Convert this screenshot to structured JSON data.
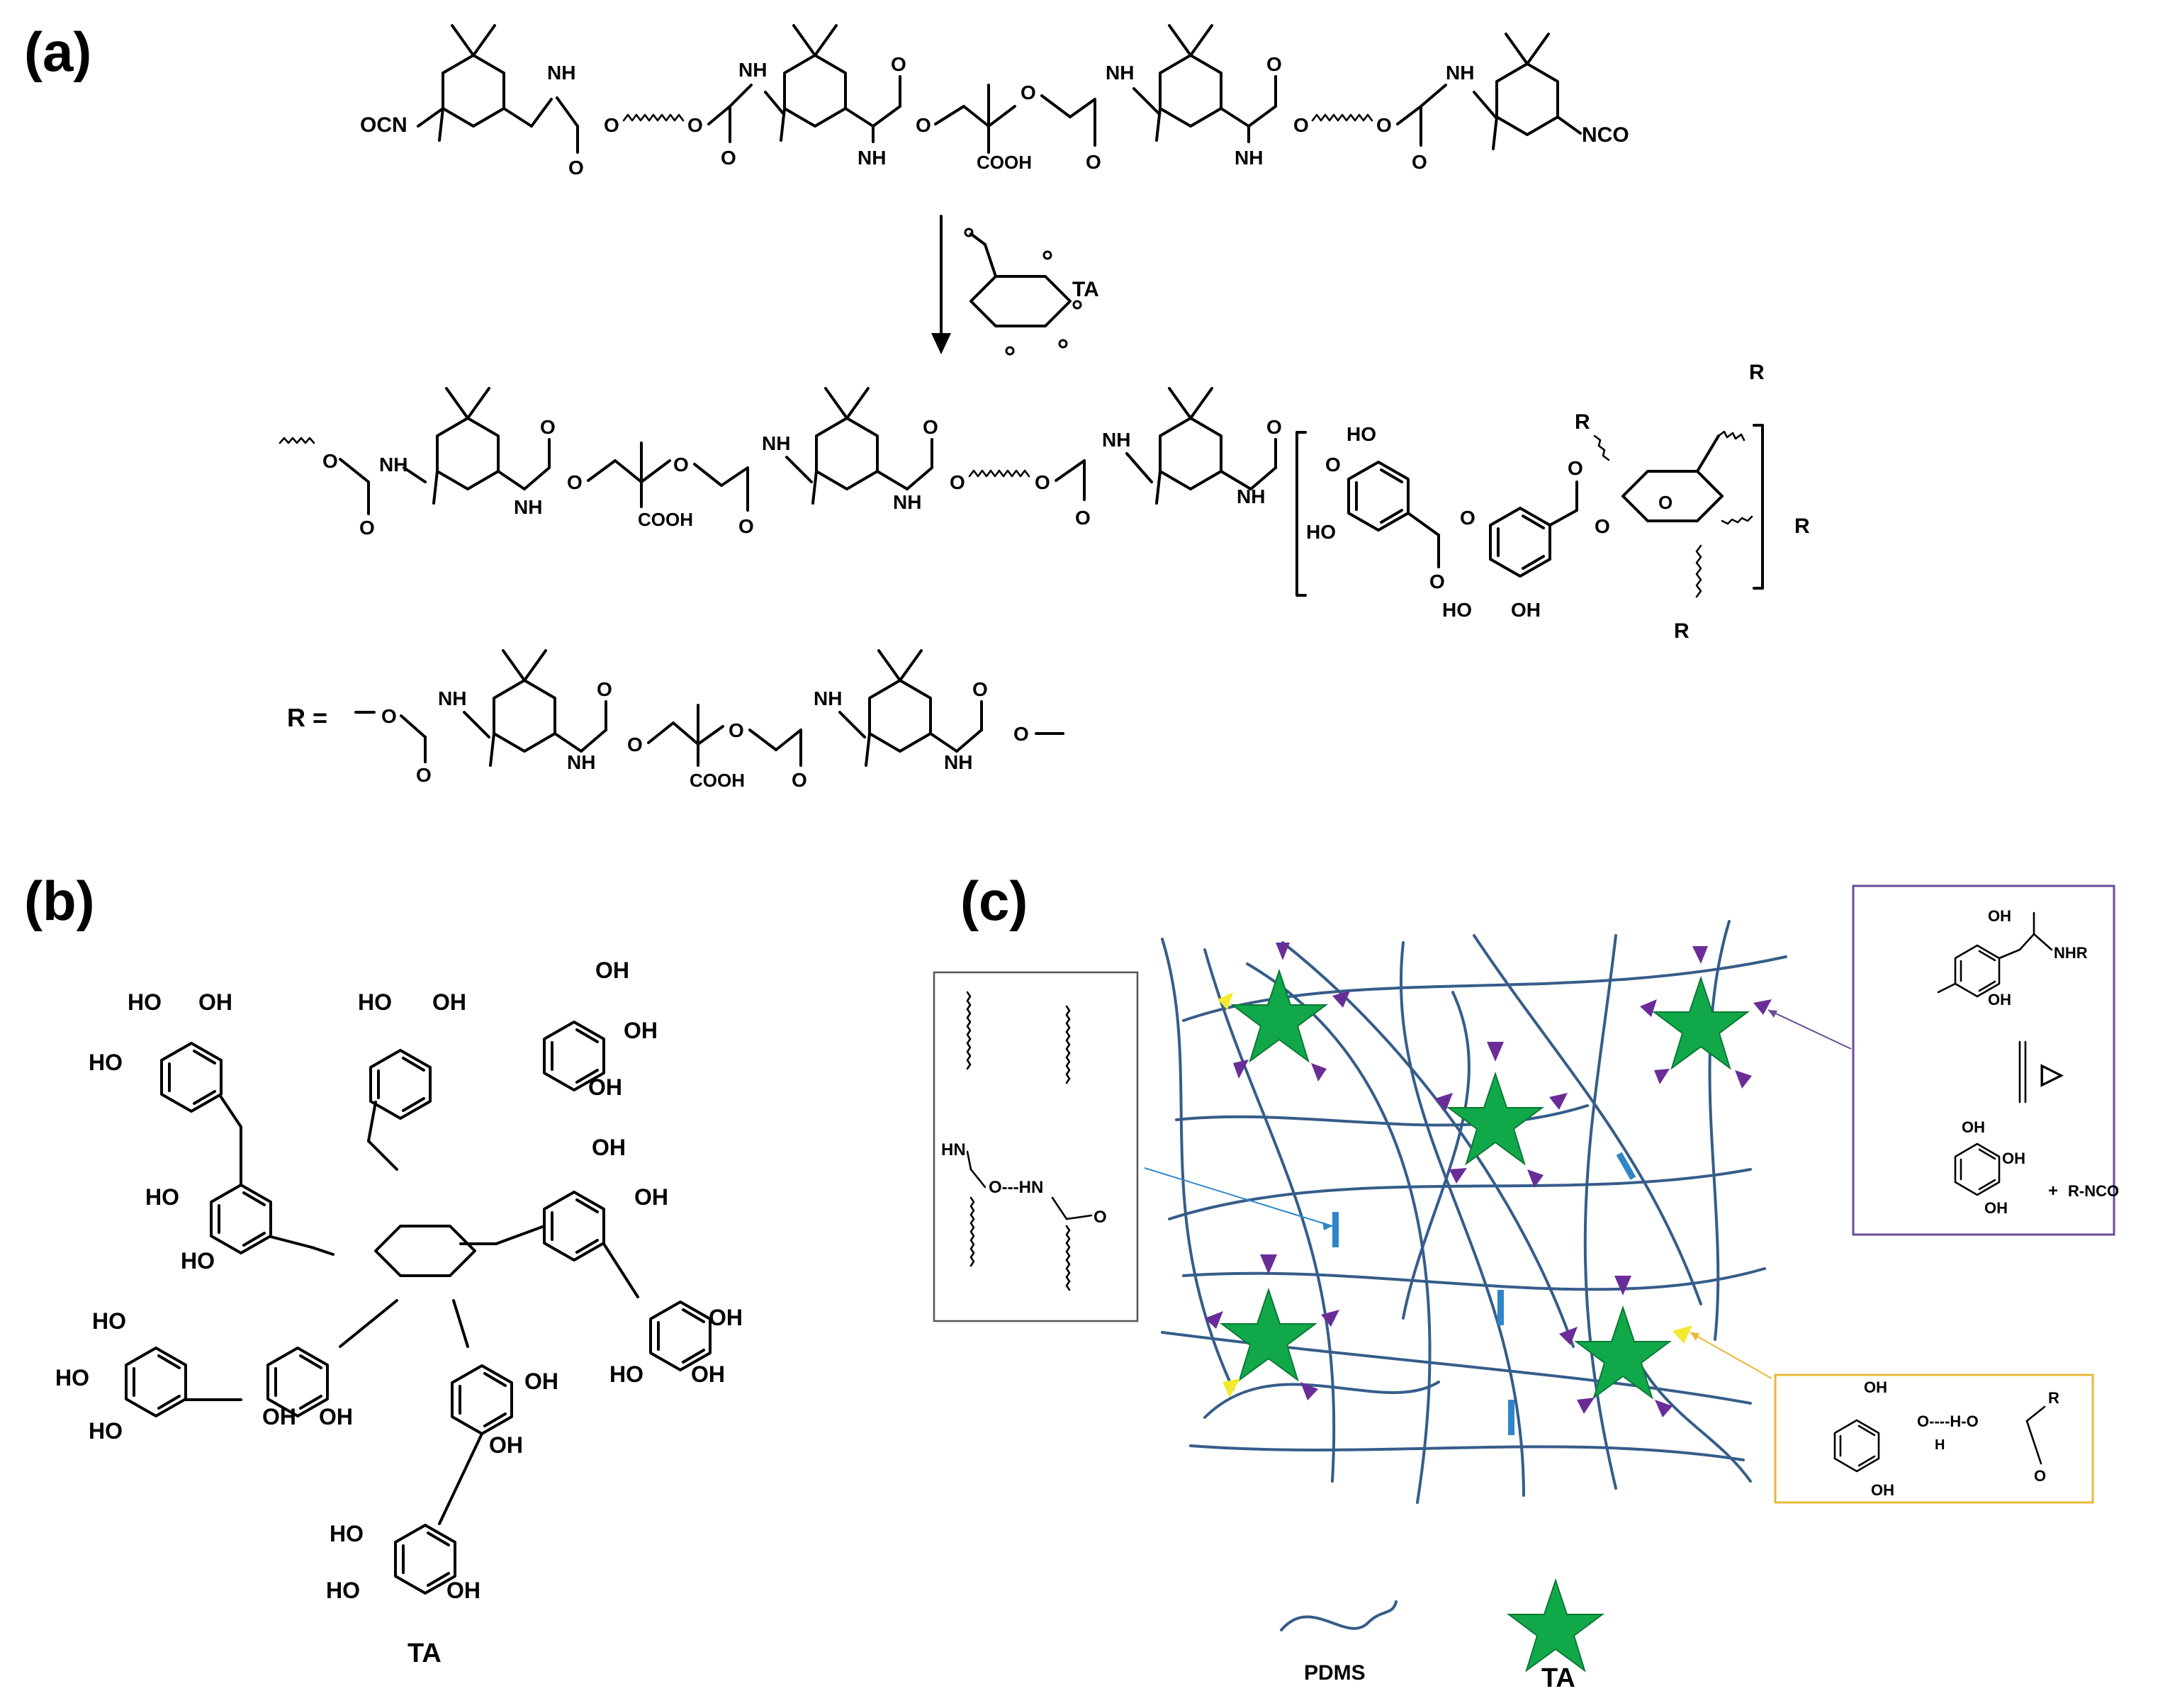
{
  "panels": {
    "a": "(a)",
    "b": "(b)",
    "c": "(c)"
  },
  "scheme_a": {
    "prepolymer_end_left": "OCN",
    "prepolymer_end_right": "NCO",
    "reagent": "TA",
    "acid_group": "COOH",
    "amine": "NH",
    "hydrogen": "H",
    "oxygen": "O",
    "substituent": "R",
    "hydroxyl": "OH",
    "hydroxyl_left": "HO",
    "r_definition": "R ="
  },
  "structure_b": {
    "title": "TA",
    "oh": "OH",
    "ho": "HO"
  },
  "network_c": {
    "legend_chain": "PDMS",
    "legend_star": "TA",
    "hbond_box": {
      "hn_left": "HN",
      "hn_mid": "O---HN",
      "carbonyl": "O"
    },
    "urethane_box": {
      "oh_top": "OH",
      "nhr": "NHR",
      "oh_bottom": "OH",
      "heat": "▷",
      "oh1": "OH",
      "oh2": "OH",
      "oh3": "OH",
      "plus": "+",
      "isocyanate": "R-NCO"
    },
    "acid_box": {
      "oh_top": "OH",
      "bridge": "O----H-O",
      "h": "H",
      "oh_bottom": "OH",
      "r": "R",
      "o": "O"
    },
    "colors": {
      "chain": "#365d8a",
      "star": "#11a84a",
      "triangle_purple": "#6a2d98",
      "triangle_yellow": "#f2ea2e",
      "bar_blue": "#2e86c8",
      "box_purple": "#6b4a9a",
      "box_yellow": "#e8b83a",
      "box_gray": "#555555"
    }
  }
}
